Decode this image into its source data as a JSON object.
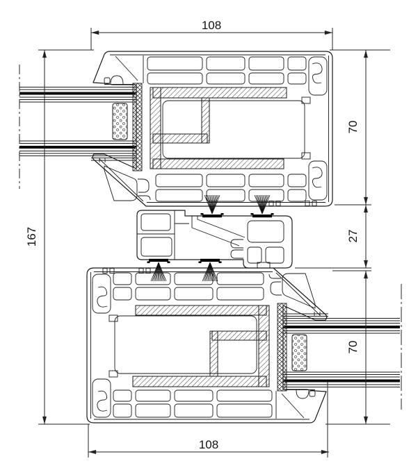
{
  "drawing": {
    "kind": "sliding-window-profile-cross-section",
    "annotations": {
      "dim_top_width": "108",
      "dim_right_upper_height": "70",
      "dim_right_middle_height": "27",
      "dim_right_lower_height": "70",
      "dim_left_total_height": "167",
      "dim_bottom_width": "108"
    },
    "colors": {
      "line": "#1a1a1a",
      "dimension": "#222222",
      "background": "#ffffff"
    }
  }
}
